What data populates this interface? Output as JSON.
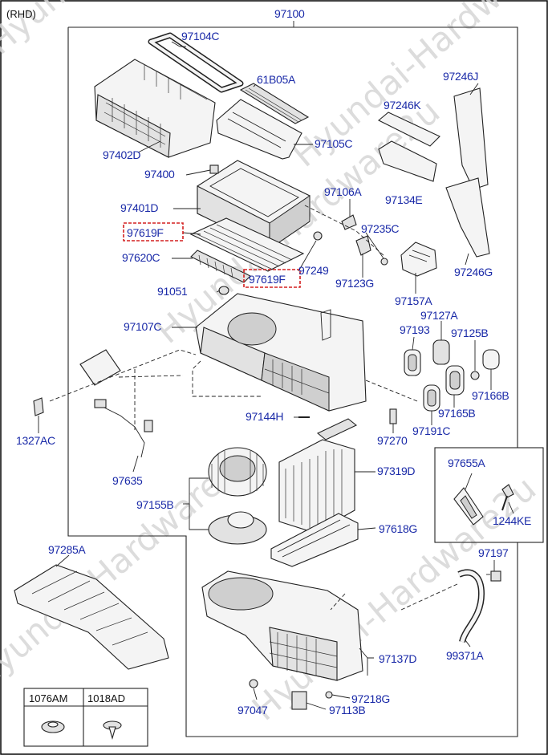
{
  "header": {
    "variant": "(RHD)"
  },
  "labels": {
    "p97100": "97100",
    "p97104C": "97104C",
    "p61B05A": "61B05A",
    "p97402D": "97402D",
    "p97105C": "97105C",
    "p97400": "97400",
    "p97401D": "97401D",
    "p97619F_a": "97619F",
    "p97620C": "97620C",
    "p97619F_b": "97619F",
    "p97249": "97249",
    "p91051": "91051",
    "p97106A": "97106A",
    "p97235C": "97235C",
    "p97123G": "97123G",
    "p97246J": "97246J",
    "p97246K": "97246K",
    "p97134E": "97134E",
    "p97246G": "97246G",
    "p97157A": "97157A",
    "p97107C": "97107C",
    "p97193": "97193",
    "p97127A": "97127A",
    "p97125B": "97125B",
    "p97166B": "97166B",
    "p97165B": "97165B",
    "p97191C": "97191C",
    "p1327AC": "1327AC",
    "p97144H": "97144H",
    "p97270": "97270",
    "p97635": "97635",
    "p97319D": "97319D",
    "p97655A": "97655A",
    "p1244KE": "1244KE",
    "p97155B": "97155B",
    "p97618G": "97618G",
    "p97285A": "97285A",
    "p97197": "97197",
    "p97137D": "97137D",
    "p99371A": "99371A",
    "p97218G": "97218G",
    "p97047": "97047",
    "p97113B": "97113B"
  },
  "legend": {
    "col1": "1076AM",
    "col2": "1018AD"
  },
  "watermark": {
    "text": "Hyundai-Hardware2u",
    "color": "#d6d6d6"
  },
  "colors": {
    "label": "#1a2aa8",
    "highlight_box": "#d42020",
    "line": "#222222"
  }
}
